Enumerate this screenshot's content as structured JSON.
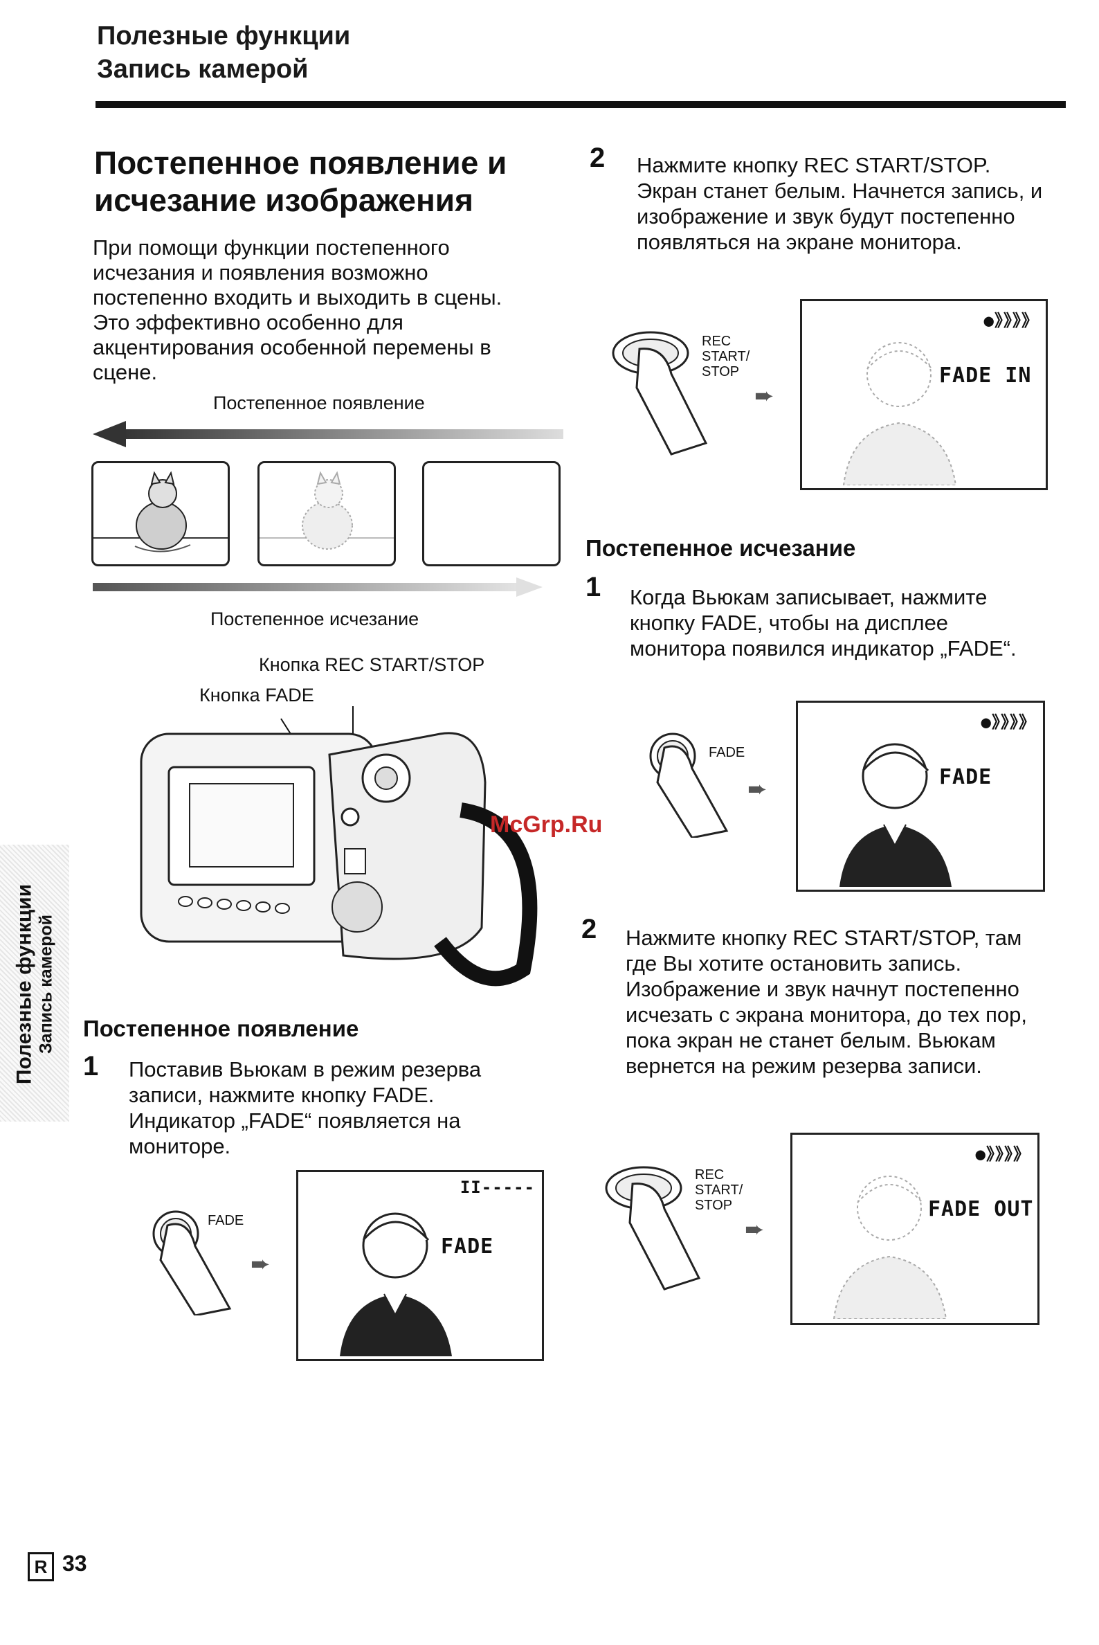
{
  "header": {
    "line1": "Полезные функции",
    "line2": "Запись камерой"
  },
  "title": "Постепенное появление и исчезание изображения",
  "intro": "При помощи функции постепенного исчезания и появления возможно постепенно входить и выходить в сцены. Это эффективно особенно для акцентирования особенной перемены в сцене.",
  "diagram": {
    "fade_in_label": "Постепенное появление",
    "fade_out_label": "Постепенное исчезание"
  },
  "camera": {
    "rec_button_label": "Кнопка REC START/STOP",
    "fade_button_label": "Кнопка FADE"
  },
  "fade_in_section": {
    "heading": "Постепенное появление",
    "step1": {
      "number": "1",
      "text": "Поставив Вьюкам в режим резерва записи, нажмите кнопку FADE. Индикатор „FADE“ появляется на мониторе.",
      "button_label": "FADE",
      "status_icon": "II-----",
      "osd": "FADE"
    },
    "step2": {
      "number": "2",
      "text": "Нажмите кнопку REC START/STOP. Экран станет белым. Начнется запись, и изображение и звук будут постепенно появляться на экране монитора.",
      "button_label": "REC START/ STOP",
      "status_icon": "●》》》》",
      "osd": "FADE IN"
    }
  },
  "fade_out_section": {
    "heading": "Постепенное исчезание",
    "step1": {
      "number": "1",
      "text": "Когда Вьюкам записывает, нажмите кнопку FADE, чтобы на дисплее монитора появился индикатор „FADE“.",
      "button_label": "FADE",
      "status_icon": "●》》》》",
      "osd": "FADE"
    },
    "step2": {
      "number": "2",
      "text": "Нажмите кнопку REC START/STOP, там где Вы хотите остановить запись. Изображение и звук начнут постепенно исчезать с экрана монитора, до тех пор, пока экран не станет белым. Вьюкам вернется на режим резерва записи.",
      "button_label": "REC START/ STOP",
      "status_icon": "●》》》》",
      "osd": "FADE OUT"
    }
  },
  "side_tab": {
    "line1": "Полезные функции",
    "line2": "Запись камерой"
  },
  "watermark": "McGrp.Ru",
  "footer": {
    "lang": "R",
    "page": "33"
  }
}
